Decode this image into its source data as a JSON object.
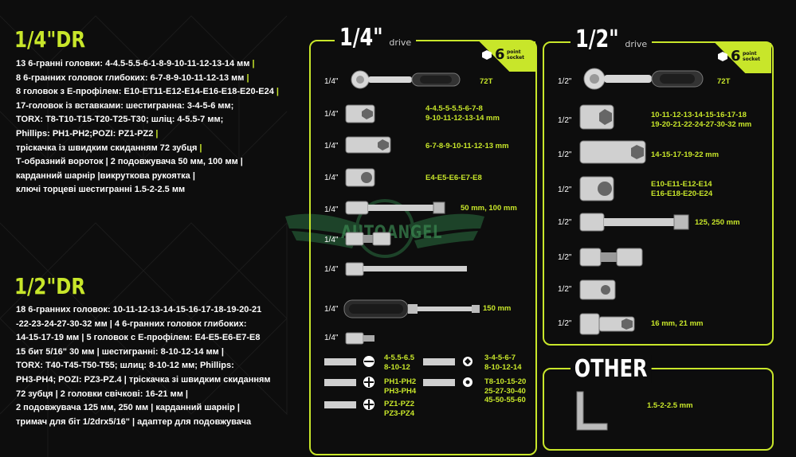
{
  "left": {
    "quarter": {
      "title": "1/4\"DR",
      "lines": [
        [
          "13 6-гранні головки: 4-4.5-5.5-6-1-8-9-10-11-12-13-14 мм",
          "|"
        ],
        [
          "8 6-гранних головок глибоких: 6-7-8-9-10-11-12-13 мм",
          "|"
        ],
        [
          "8 головок з E-профілем: E10-ET11-E12-E14-E16-E18-E20-E24",
          "|"
        ],
        [
          "17-головок із вставками: шестигранна: 3-4-5-6 мм;",
          ""
        ],
        [
          "TORX: T8-T10-T15-T20-T25-T30; шліц: 4-5.5-7 мм;",
          ""
        ],
        [
          "Phillips: PH1-PH2;POZI: PZ1-PZ2",
          "|"
        ],
        [
          "тріскачка із швидким скиданням 72 зубця",
          "|"
        ],
        [
          "Т-образний вороток",
          "| 2 подовжувача 50 мм, 100 мм |"
        ],
        [
          "карданний шарнір",
          "|викруткова рукоятка |"
        ],
        [
          "ключі торцеві шестигранні 1.5-2-2.5 мм",
          ""
        ]
      ]
    },
    "half": {
      "title": "1/2\"DR",
      "lines": [
        [
          "18 6-гранних головок: 10-11-12-13-14-15-16-17-18-19-20-21",
          ""
        ],
        [
          "-22-23-24-27-30-32 мм",
          "| 4 6-гранних головок глибоких:"
        ],
        [
          "14-15-17-19 мм",
          "| 5 головок с Е-профілем: E4-E5-E6-E7-E8"
        ],
        [
          "15 бит 5/16\" 30 мм",
          "| шестигранні: 8-10-12-14 мм |"
        ],
        [
          "TORX: T40-T45-T50-T55; шлиц: 8-10-12 мм; Phillips:",
          ""
        ],
        [
          "PH3-PH4; POZI: PZ3-PZ.4",
          "| тріскачка зі швидким скиданням"
        ],
        [
          "72 зубця",
          "| 2 головки свічкові: 16-21 мм |"
        ],
        [
          "2 подовжувача 125 мм, 250 мм",
          "| карданний шарнір |"
        ],
        [
          " тримач для біт 1/2drx5/16\"",
          "| адаптер для подовжувача"
        ]
      ]
    }
  },
  "panel_quarter": {
    "drive_big": "1/4\"",
    "drive_small": "drive",
    "badge_num": "6",
    "badge_txt": "point\nsocket",
    "rows": [
      {
        "label": "1/4\"",
        "value": "72T"
      },
      {
        "label": "1/4\"",
        "value": "4-4.5-5-5.5-6-7-8\n9-10-11-12-13-14 mm"
      },
      {
        "label": "1/4\"",
        "value": "6-7-8-9-10-11-12-13 mm"
      },
      {
        "label": "1/4\"",
        "value": "E4-E5-E6-E7-E8"
      },
      {
        "label": "1/4\"",
        "value": "50 mm, 100 mm"
      },
      {
        "label": "1/4\"",
        "value": ""
      },
      {
        "label": "1/4\"",
        "value": ""
      },
      {
        "label": "1/4\"",
        "value": "150 mm"
      },
      {
        "label": "1/4\"",
        "value": ""
      }
    ],
    "bits": {
      "col1": "4-5.5-6.5\n8-10-12",
      "col2": "PH1-PH2\nPH3-PH4",
      "col3": "PZ1-PZ2\nPZ3-PZ4",
      "col4": "3-4-5-6-7\n8-10-12-14",
      "col5": "T8-10-15-20\n25-27-30-40\n45-50-55-60"
    }
  },
  "panel_half": {
    "drive_big": "1/2\"",
    "drive_small": "drive",
    "badge_num": "6",
    "badge_txt": "point\nsocket",
    "rows": [
      {
        "label": "1/2\"",
        "value": "72T"
      },
      {
        "label": "1/2\"",
        "value": "10-11-12-13-14-15-16-17-18\n19-20-21-22-24-27-30-32 mm"
      },
      {
        "label": "1/2\"",
        "value": "14-15-17-19-22 mm"
      },
      {
        "label": "1/2\"",
        "value": "E10-E11-E12-E14\nE16-E18-E20-E24"
      },
      {
        "label": "1/2\"",
        "value": "125, 250 mm"
      },
      {
        "label": "1/2\"",
        "value": ""
      },
      {
        "label": "1/2\"",
        "value": ""
      },
      {
        "label": "1/2\"",
        "value": "16 mm, 21 mm"
      }
    ]
  },
  "other": {
    "title": "OTHER",
    "value": "1.5-2-2.5 mm"
  },
  "watermark": "AUTOANGEL",
  "colors": {
    "accent": "#c8e62a",
    "bg": "#0d0d0d"
  }
}
